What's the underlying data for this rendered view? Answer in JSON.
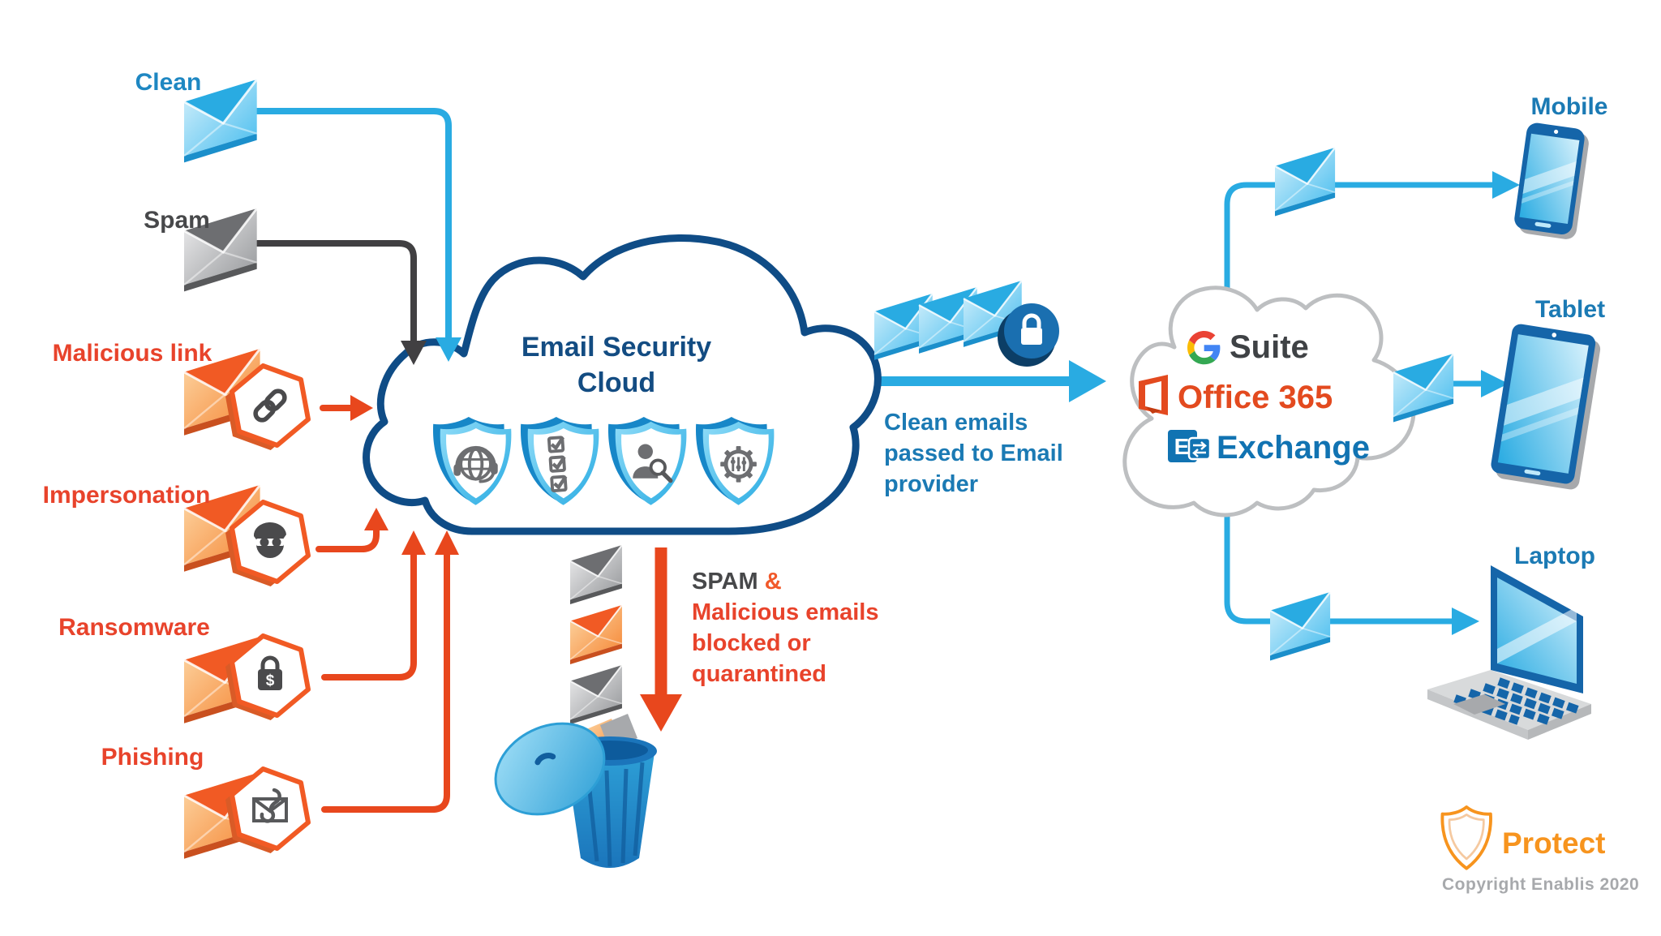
{
  "title": {
    "line1": "Email Security",
    "line2": "Cloud"
  },
  "sources": {
    "clean": "Clean",
    "spam": "Spam",
    "malicious_link": "Malicious link",
    "impersonation": "Impersonation",
    "ransomware": "Ransomware",
    "phishing": "Phishing"
  },
  "flow": {
    "line1": "Clean emails",
    "line2": "passed to Email",
    "line3": "provider"
  },
  "blocked": {
    "word1": "SPAM",
    "amp": "&",
    "line2": "Malicious emails",
    "line3": "blocked or",
    "line4": "quarantined"
  },
  "providers": {
    "suite": "Suite",
    "office": "Office 365",
    "exchange": "Exchange",
    "exchange_e": "E"
  },
  "devices": {
    "mobile": "Mobile",
    "tablet": "Tablet",
    "laptop": "Laptop"
  },
  "icons": {
    "ransom_currency": "$"
  },
  "footer": {
    "brand": "Protect",
    "copyright": "Copyright Enablis 2020"
  },
  "colors": {
    "accent_blue": "#29ABE2",
    "navy_cloud": "#0F4C86",
    "alert_red": "#E8471D",
    "steel_text": "#1B7AB4",
    "office_orange": "#E34A1F",
    "exchange_blue": "#1173B2",
    "protect_orange": "#F7941E",
    "spam_gray": "#414042"
  }
}
